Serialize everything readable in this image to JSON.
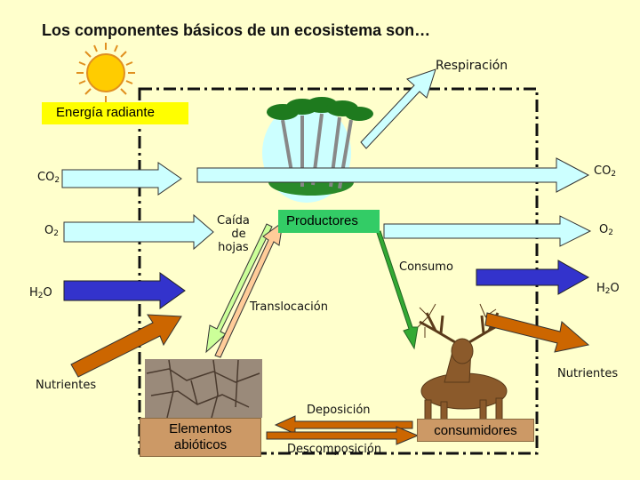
{
  "title": "Los componentes básicos de un ecosistema son…",
  "labels": {
    "respiracion": "Respiración",
    "energia": "Energía radiante",
    "co2_left": "CO",
    "co2_right": "CO",
    "o2_left": "O",
    "o2_right": "O",
    "h2o_left_a": "H",
    "h2o_left_b": "O",
    "h2o_right_a": "H",
    "h2o_right_b": "O",
    "sub2": "2",
    "caida_1": "Caída",
    "caida_2": "de",
    "caida_3": "hojas",
    "productores": "Productores",
    "consumo": "Consumo",
    "translocacion": "Translocación",
    "nutrientes_left": "Nutrientes",
    "nutrientes_right": "Nutrientes",
    "deposicion": "Deposición",
    "elementos_1": "Elementos",
    "elementos_2": "abióticos",
    "consumidores": "consumidores",
    "descomposicion": "Descomposición"
  },
  "colors": {
    "background": "#FFFFCC",
    "energy_box": "#FFFF00",
    "productores_box": "#33CC66",
    "earth_box": "#CC9966",
    "light_blue_arrow": "#CCFFFF",
    "dark_blue_arrow": "#3333CC",
    "brown_arrow": "#CC6600",
    "green_arrow": "#33AA33",
    "light_green_arrow": "#CCFF99",
    "peach_arrow": "#FFCC99",
    "sun": "#FFCC00"
  },
  "icons": [
    "sun-icon",
    "palm-trees-icon",
    "cracked-soil-icon",
    "deer-icon"
  ]
}
